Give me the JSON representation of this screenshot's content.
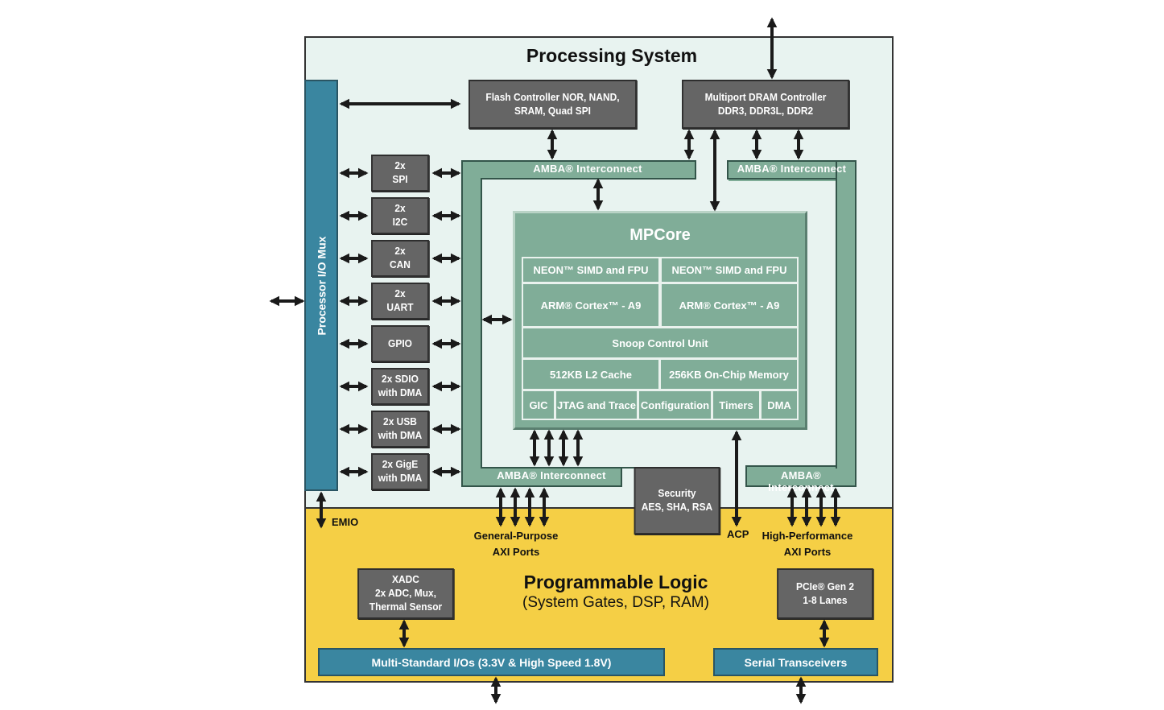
{
  "processing_system": {
    "title": "Processing System",
    "io_mux_label": "Processor I/O Mux",
    "flash_controller": {
      "line1": "Flash Controller NOR, NAND,",
      "line2": "SRAM, Quad SPI"
    },
    "dram_controller": {
      "line1": "Multiport DRAM Controller",
      "line2": "DDR3, DDR3L, DDR2"
    },
    "peripherals": [
      {
        "line1": "2x",
        "line2": "SPI"
      },
      {
        "line1": "2x",
        "line2": "I2C"
      },
      {
        "line1": "2x",
        "line2": "CAN"
      },
      {
        "line1": "2x",
        "line2": "UART"
      },
      {
        "line1": "GPIO",
        "line2": ""
      },
      {
        "line1": "2x SDIO",
        "line2": "with DMA"
      },
      {
        "line1": "2x USB",
        "line2": "with DMA"
      },
      {
        "line1": "2x GigE",
        "line2": "with DMA"
      }
    ],
    "amba_interconnects": [
      "AMBA® Interconnect",
      "AMBA® Interconnect",
      "AMBA® Interconnect",
      "AMBA® Interconnect"
    ],
    "mpcore": {
      "title": "MPCore",
      "neon": [
        "NEON™ SIMD and FPU",
        "NEON™ SIMD and FPU"
      ],
      "cortex": [
        "ARM® Cortex™ - A9",
        "ARM® Cortex™ - A9"
      ],
      "snoop": "Snoop Control Unit",
      "l2_cache": "512KB L2 Cache",
      "ocm": "256KB On-Chip Memory",
      "bottom_row": [
        "GIC",
        "JTAG and Trace",
        "Configuration",
        "Timers",
        "DMA"
      ]
    },
    "security": {
      "line1": "Security",
      "line2": "AES, SHA, RSA"
    }
  },
  "port_labels": {
    "emio": "EMIO",
    "gp_axi": {
      "line1": "General-Purpose",
      "line2": "AXI Ports"
    },
    "acp": "ACP",
    "hp_axi": {
      "line1": "High-Performance",
      "line2": "AXI Ports"
    }
  },
  "programmable_logic": {
    "title": "Programmable Logic",
    "subtitle": "(System Gates, DSP, RAM)",
    "xadc": {
      "line1": "XADC",
      "line2": "2x ADC, Mux,",
      "line3": "Thermal Sensor"
    },
    "pcie": {
      "line1": "PCIe® Gen 2",
      "line2": "1-8 Lanes"
    },
    "multi_io": "Multi-Standard I/Os (3.3V & High Speed 1.8V)",
    "serial_transceivers": "Serial Transceivers"
  },
  "colors": {
    "ps_background": "#e8f3f0",
    "pl_background": "#f5cf45",
    "interconnect": "#80ad98",
    "block_gray": "#656565",
    "io_blue": "#3a86a0"
  }
}
